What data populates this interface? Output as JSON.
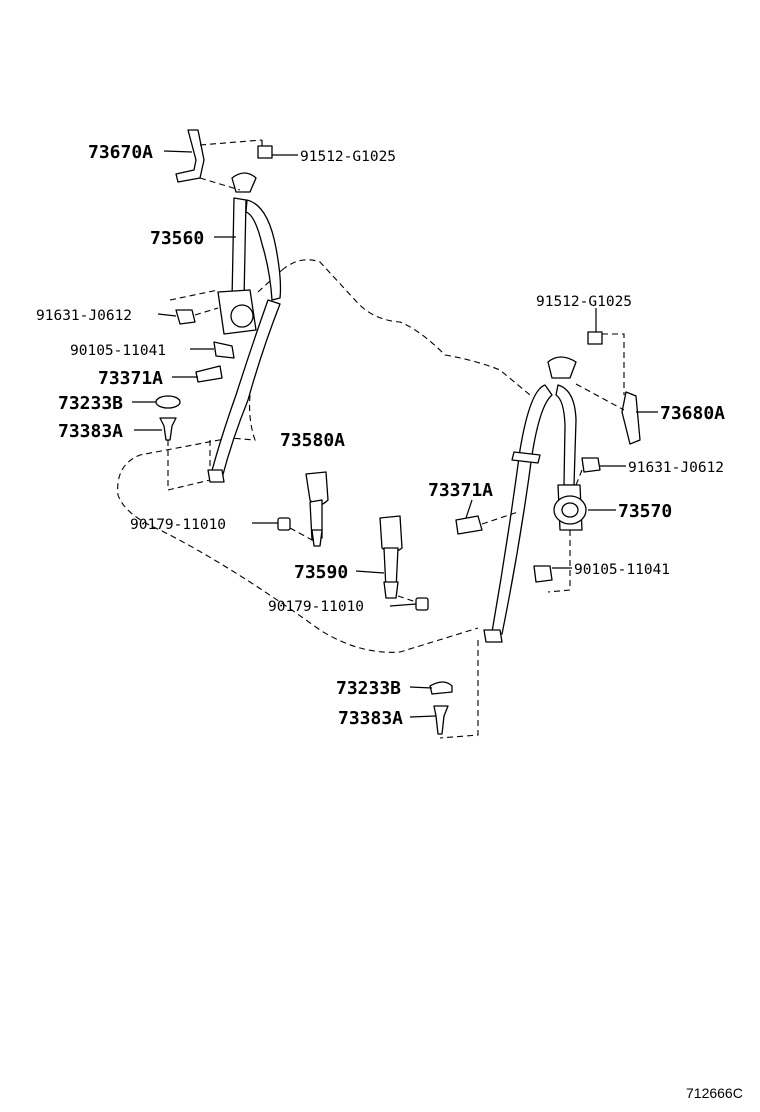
{
  "labels": {
    "p73670A": "73670A",
    "p91512_top": "91512-G1025",
    "p73560": "73560",
    "p91631_left": "91631-J0612",
    "p90105_left": "90105-11041",
    "p73371A_left": "73371A",
    "p73233B_left": "73233B",
    "p73383A_left": "73383A",
    "p73580A": "73580A",
    "p90179_a": "90179-11010",
    "p73590": "73590",
    "p90179_b": "90179-11010",
    "p91512_right": "91512-G1025",
    "p73680A": "73680A",
    "p91631_right": "91631-J0612",
    "p73371A_mid": "73371A",
    "p73570": "73570",
    "p90105_right": "90105-11041",
    "p73233B_bottom": "73233B",
    "p73383A_bottom": "73383A"
  },
  "reference": "712666C"
}
